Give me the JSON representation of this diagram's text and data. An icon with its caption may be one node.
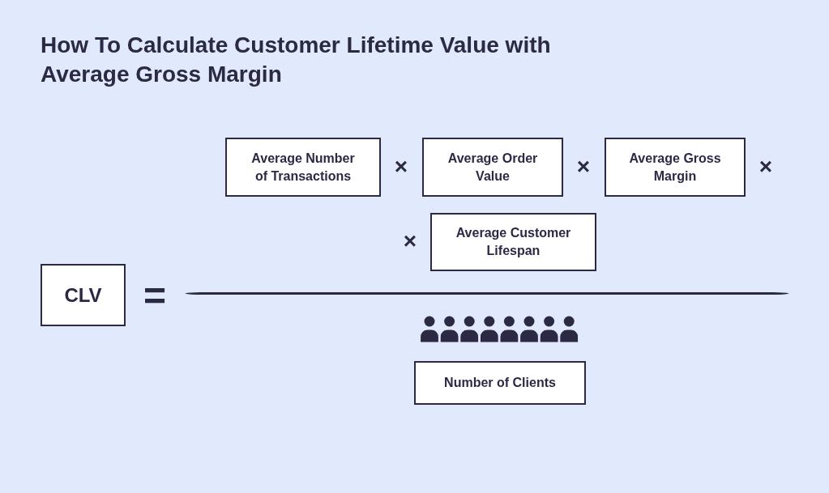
{
  "diagram": {
    "title": "How To Calculate Customer Lifetime Value with Average Gross Margin",
    "nodes": [
      {
        "text": [
          "Average Number of Transactions"
        ]
      },
      {
        "text": [
          "Average Order Value"
        ]
      },
      {
        "text": [
          "Average Gross Margin"
        ]
      },
      {
        "text": [
          "Average Customer Lifespan"
        ]
      },
      {
        "text": [
          "CLV"
        ]
      },
      {
        "text": [
          "Number of Clients"
        ]
      }
    ],
    "edges": [],
    "labels": [
      "×",
      "×",
      "×",
      "×",
      "="
    ]
  }
}
